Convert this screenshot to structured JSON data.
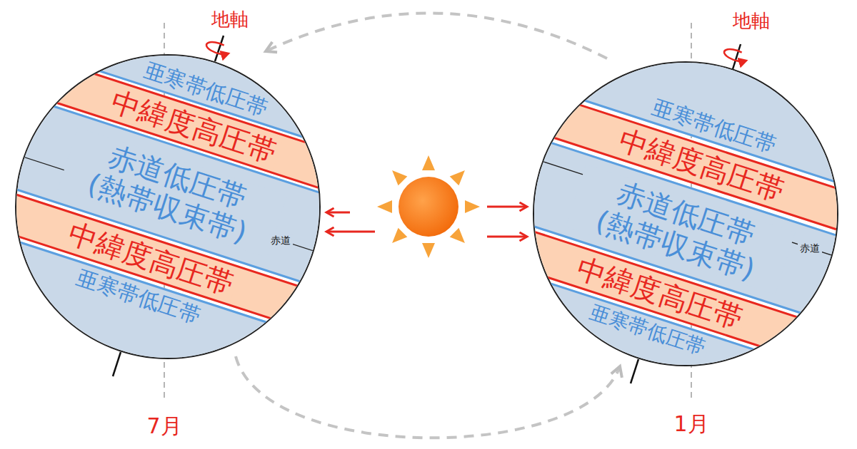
{
  "diagram": {
    "nodes": [
      {
        "text": [
          "亜寒帯低圧帯"
        ]
      },
      {
        "text": [
          "中緯度高圧帯"
        ]
      },
      {
        "text": [
          "赤道低圧帯 (熱帯収束帯)"
        ]
      },
      {
        "text": [
          "中緯度高圧帯"
        ]
      },
      {
        "text": [
          "亜寒帯低圧帯"
        ]
      },
      {
        "text": [
          "亜寒帯低圧帯"
        ]
      },
      {
        "text": [
          "中緯度高圧帯"
        ]
      },
      {
        "text": [
          "赤道低圧帯 (熱帯収束帯)"
        ]
      },
      {
        "text": [
          "中緯度高圧帯"
        ]
      },
      {
        "text": [
          "亜寒帯低圧帯"
        ]
      }
    ],
    "labels": [
      "地軸",
      "赤道",
      "7月",
      "地軸",
      "赤道",
      "1月"
    ]
  }
}
